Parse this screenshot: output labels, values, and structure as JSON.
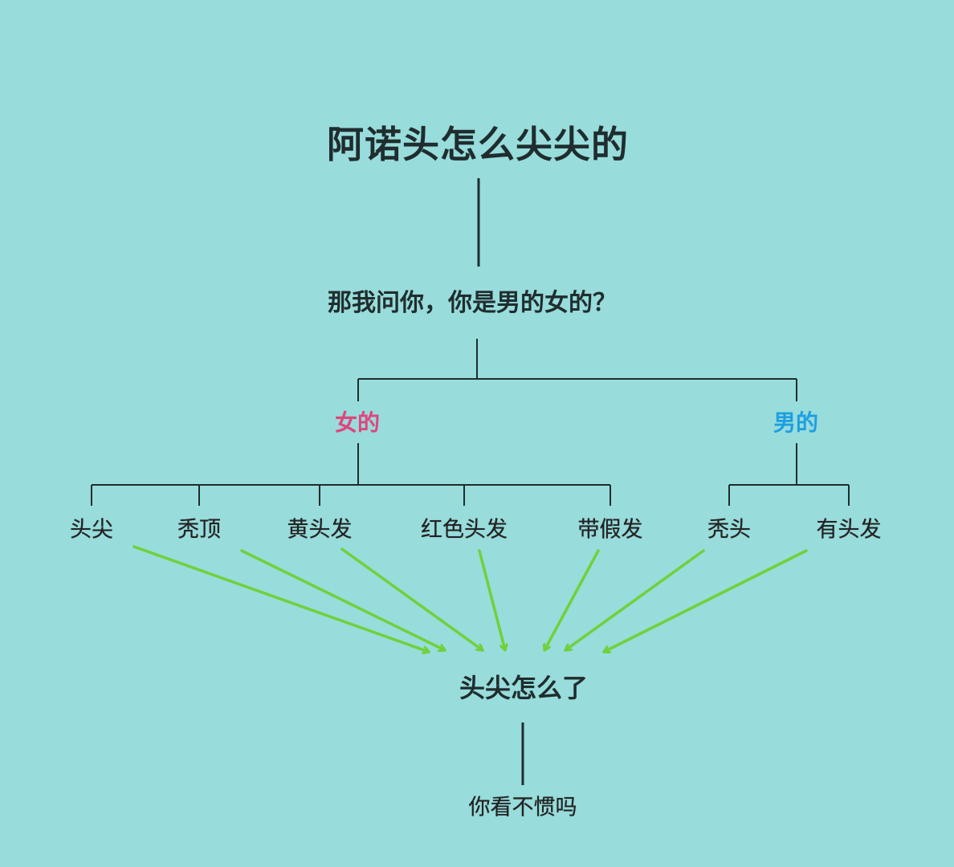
{
  "title": "阿诺头怎么尖尖的",
  "question": "那我问你，你是男的女的？",
  "branches": {
    "female": {
      "label": "女的",
      "color": "#e0457d"
    },
    "male": {
      "label": "男的",
      "color": "#1f9fe0"
    }
  },
  "leaves": [
    "头尖",
    "秃顶",
    "黄头发",
    "红色头发",
    "带假发",
    "秃头",
    "有头发"
  ],
  "result": "头尖怎么了",
  "final": "你看不惯吗",
  "colors": {
    "background": "#98dcdb",
    "line": "#1f2d2e",
    "arrow": "#6fd13a",
    "text": "#1f2d2e"
  }
}
